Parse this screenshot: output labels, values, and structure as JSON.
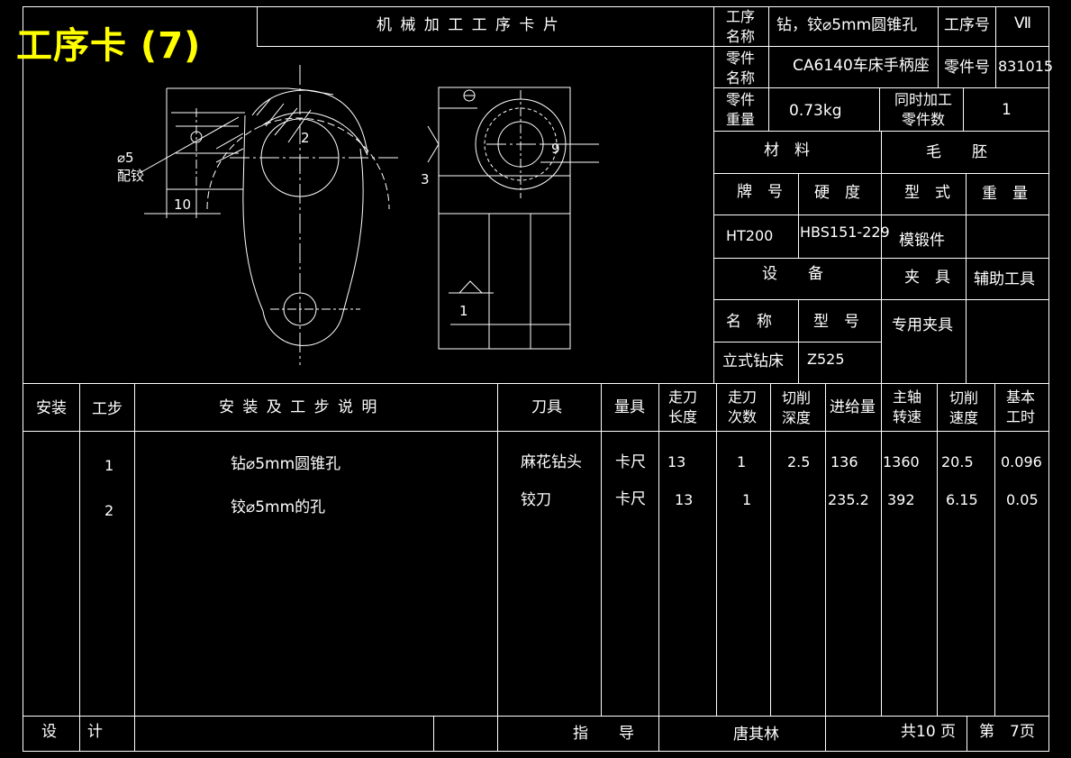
{
  "doc_title": "工序卡 (7)",
  "header_title": "机 械 加 工 工 序 卡 片",
  "info": {
    "proc_name_label": [
      "工序",
      "名称"
    ],
    "proc_name": "钻，铰⌀5mm圆锥孔",
    "proc_no_label": "工序号",
    "proc_no": "Ⅶ",
    "part_name_label": [
      "零件",
      "名称"
    ],
    "part_name": "CA6140车床手柄座",
    "part_no_label": "零件号",
    "part_no": "831015",
    "part_weight_label": [
      "零件",
      "重量"
    ],
    "part_weight": "0.73kg",
    "simul_label": [
      "同时加工",
      "零件数"
    ],
    "simul": "1",
    "material_label": "材　料",
    "blank_label": "毛　　胚",
    "grade_label": "牌　号",
    "hardness_label": "硬　度",
    "type_label": "型　式",
    "weight_label": "重　量",
    "grade": "HT200",
    "hardness": "HBS151-229",
    "blank_type": "模锻件",
    "equip_label": "设　　备",
    "fixture_label": "夹　具",
    "aux_tool_label": "辅助工具",
    "eq_name_label": "名　称",
    "eq_model_label": "型　号",
    "fixture": "专用夹具",
    "eq_name": "立式钻床",
    "eq_model": "Z525"
  },
  "drawing": {
    "dia_label": "⌀5",
    "ream_label": "配铰",
    "dim_10": "10",
    "dim_9": "9",
    "n1": "1",
    "n2": "2",
    "n3": "3"
  },
  "table": {
    "headers": [
      "安装",
      "工步",
      "安 装 及 工 步 说 明",
      "刀具",
      "量具",
      [
        "走刀",
        "长度"
      ],
      [
        "走刀",
        "次数"
      ],
      [
        "切削",
        "深度"
      ],
      "进给量",
      [
        "主轴",
        "转速"
      ],
      [
        "切削",
        "速度"
      ],
      [
        "基本",
        "工时"
      ]
    ],
    "rows": [
      {
        "step": "1",
        "desc": "钻⌀5mm圆锥孔",
        "tool": "麻花钻头",
        "gauge": "卡尺",
        "len": "13",
        "passes": "1",
        "depth": "2.5",
        "feed": "136",
        "rpm": "1360",
        "speed": "20.5",
        "time": "0.096"
      },
      {
        "step": "2",
        "desc": "铰⌀5mm的孔",
        "tool": "铰刀",
        "gauge": "卡尺",
        "len": "13",
        "passes": "1",
        "depth": "",
        "feed": "235.2",
        "rpm": "392",
        "speed": "6.15",
        "time": "0.05"
      }
    ]
  },
  "footer": {
    "design_label": "设　　计",
    "guide_label": "指　　导",
    "guide_name": "唐其林",
    "total": "共10 页",
    "page": "第　7页"
  }
}
